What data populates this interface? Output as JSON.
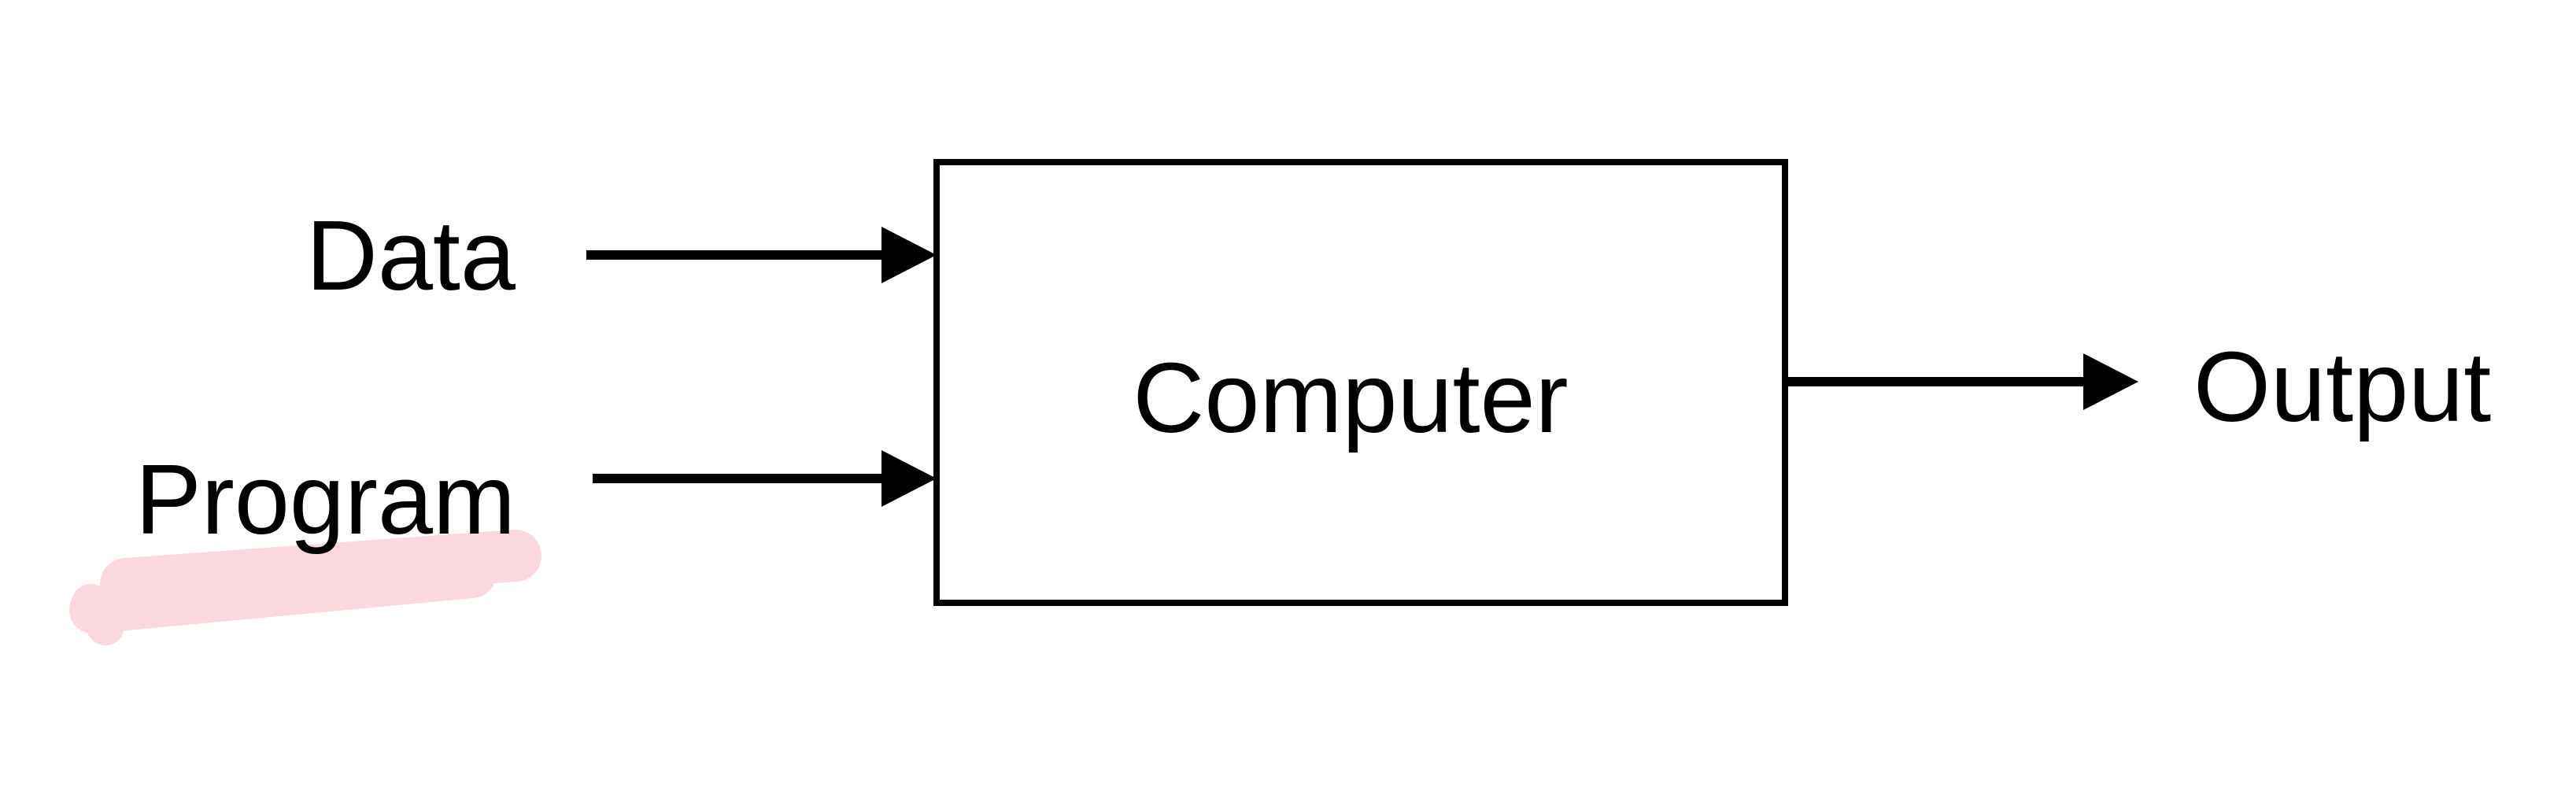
{
  "colors": {
    "background": "#ffffff",
    "ink": "#000000",
    "highlight": "#fbd8de"
  },
  "diagram": {
    "type": "flowchart",
    "node": {
      "label": "Computer"
    },
    "inputs": [
      {
        "label": "Data",
        "highlighted": false
      },
      {
        "label": "Program",
        "highlighted": true,
        "highlight_style": "hand-drawn pink marker underline"
      }
    ],
    "output": {
      "label": "Output"
    },
    "edges": [
      {
        "from": "Data",
        "to": "Computer",
        "direction": "right"
      },
      {
        "from": "Program",
        "to": "Computer",
        "direction": "right"
      },
      {
        "from": "Computer",
        "to": "Output",
        "direction": "right"
      }
    ]
  }
}
